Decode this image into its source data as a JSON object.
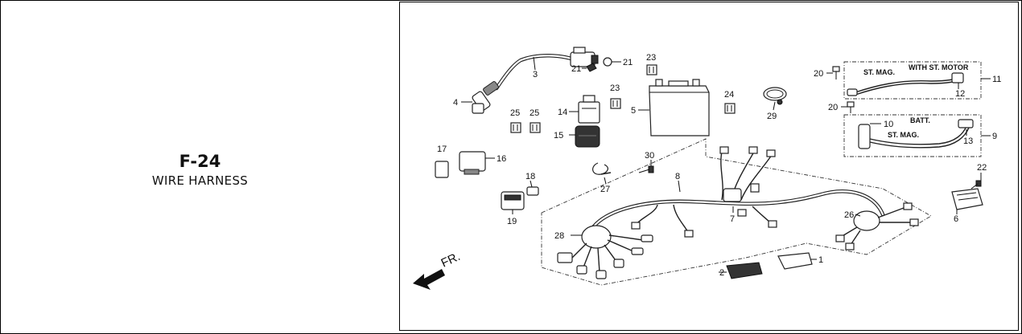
{
  "page": {
    "code": "F-24",
    "title": "WIRE HARNESS"
  },
  "diagram": {
    "direction_label": "FR.",
    "callouts": [
      "1",
      "2",
      "3",
      "4",
      "5",
      "6",
      "7",
      "8",
      "9",
      "10",
      "11",
      "12",
      "13",
      "14",
      "15",
      "16",
      "17",
      "18",
      "19",
      "20",
      "21",
      "22",
      "23",
      "24",
      "25",
      "26",
      "27",
      "28",
      "29",
      "30"
    ],
    "callout_20_b": "20",
    "callout_21_b": "21",
    "callout_23_b": "23",
    "callout_25_b": "25",
    "notes": {
      "st_mag_top": "ST. MAG.",
      "with_st_motor": "WITH ST. MOTOR",
      "batt": "BATT.",
      "st_mag_bottom": "ST. MAG."
    }
  }
}
